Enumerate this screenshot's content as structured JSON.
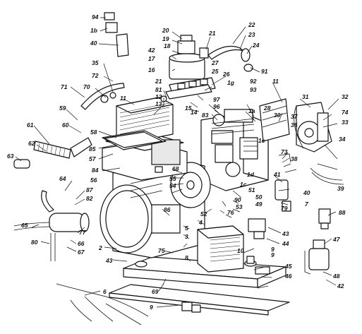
{
  "diagram": {
    "ink_color": "#111111",
    "background": "#ffffff",
    "callouts": [
      "94",
      "1b",
      "40",
      "20",
      "19",
      "18",
      "42",
      "17",
      "16",
      "21",
      "22",
      "23",
      "24",
      "91",
      "35",
      "72",
      "70",
      "71",
      "11",
      "21",
      "81",
      "12",
      "13",
      "26",
      "1g",
      "92",
      "93",
      "11",
      "27",
      "25",
      "15",
      "14",
      "83",
      "96",
      "97",
      "28",
      "32",
      "74",
      "33",
      "1a",
      "30",
      "59",
      "60",
      "61",
      "62",
      "63",
      "58",
      "85",
      "57",
      "84",
      "68",
      "56",
      "55",
      "54",
      "31",
      "36",
      "37",
      "38",
      "34",
      "1e",
      "73",
      "41",
      "1d",
      "39",
      "40",
      "7",
      "51",
      "50",
      "49",
      "79",
      "1c",
      "52",
      "53",
      "90",
      "76",
      "64",
      "87",
      "82",
      "65",
      "77",
      "66",
      "67",
      "80",
      "86",
      "4",
      "5",
      "3",
      "2",
      "43",
      "75",
      "8",
      "69",
      "9",
      "10",
      "45",
      "46",
      "6",
      "9",
      "44",
      "43",
      "88",
      "47",
      "48",
      "42",
      "9"
    ]
  }
}
